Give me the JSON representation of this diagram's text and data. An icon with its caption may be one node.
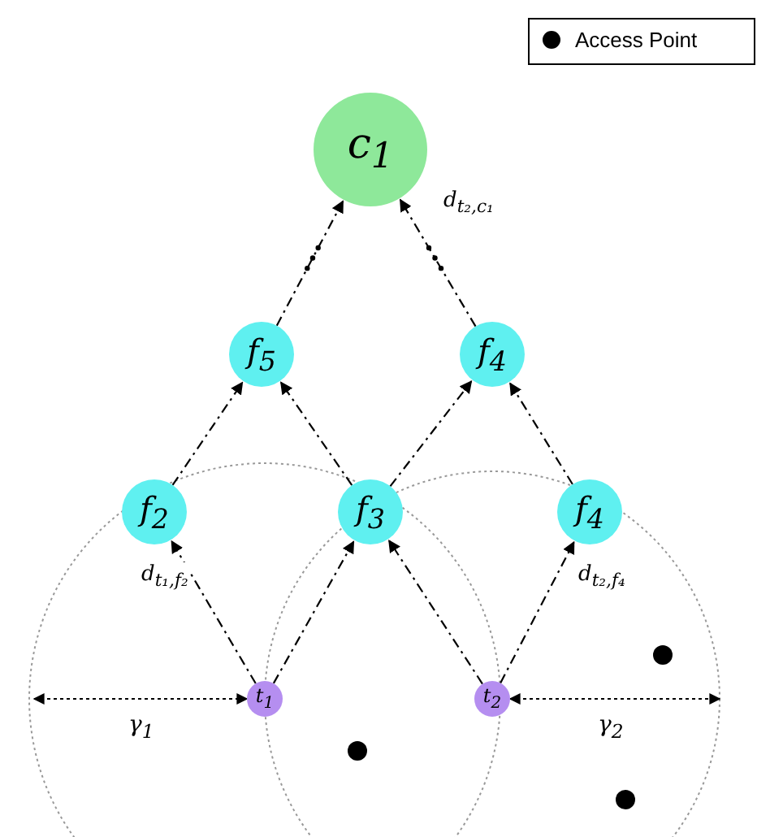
{
  "diagram": {
    "nodes": [
      {
        "text": [
          "c$_{1}$"
        ]
      },
      {
        "text": [
          "f$_{5}$"
        ]
      },
      {
        "text": [
          "f$_{4}$"
        ]
      },
      {
        "text": [
          "f$_{2}$"
        ]
      },
      {
        "text": [
          "f$_{3}$"
        ]
      },
      {
        "text": [
          "f$_{4}$"
        ]
      },
      {
        "text": [
          "t$_{1}$"
        ]
      },
      {
        "text": [
          "t$_{2}$"
        ]
      }
    ],
    "edges": [
      {
        "from": 1,
        "to": 0,
        "arrow": "to"
      },
      {
        "from": 2,
        "to": 0,
        "arrow": "to",
        "label": "d$_{t₂,c₁}$"
      },
      {
        "from": 3,
        "to": 1,
        "arrow": "to"
      },
      {
        "from": 4,
        "to": 1,
        "arrow": "to"
      },
      {
        "from": 4,
        "to": 2,
        "arrow": "to"
      },
      {
        "from": 5,
        "to": 2,
        "arrow": "to"
      },
      {
        "from": 6,
        "to": 3,
        "arrow": "to",
        "label": "d$_{t₁,f₂}$"
      },
      {
        "from": 6,
        "to": 4,
        "arrow": "to"
      },
      {
        "from": 7,
        "to": 4,
        "arrow": "to"
      },
      {
        "from": 7,
        "to": 5,
        "arrow": "to",
        "label": "d$_{t₂,f₄}$"
      }
    ],
    "labels": [
      "γ$_{1}$",
      "γ$_{2}$"
    ],
    "legend": [
      {
        "text": "Access Point"
      }
    ]
  }
}
